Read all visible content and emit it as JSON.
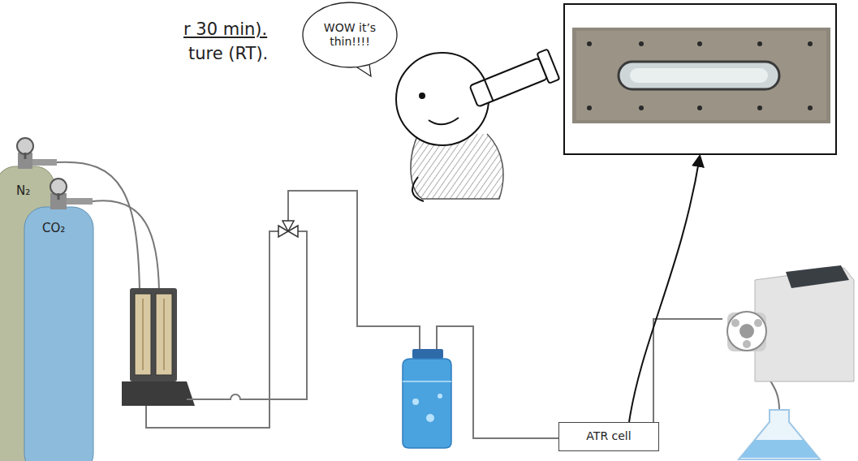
{
  "diagram": {
    "nodes": [
      {
        "text": [
          "WOW it’s thin!!!!"
        ]
      },
      {
        "text": [
          "ATR cell"
        ]
      }
    ],
    "labels": [
      "r 30 min).",
      "ture (RT).",
      "N₂",
      "CO₂"
    ]
  }
}
